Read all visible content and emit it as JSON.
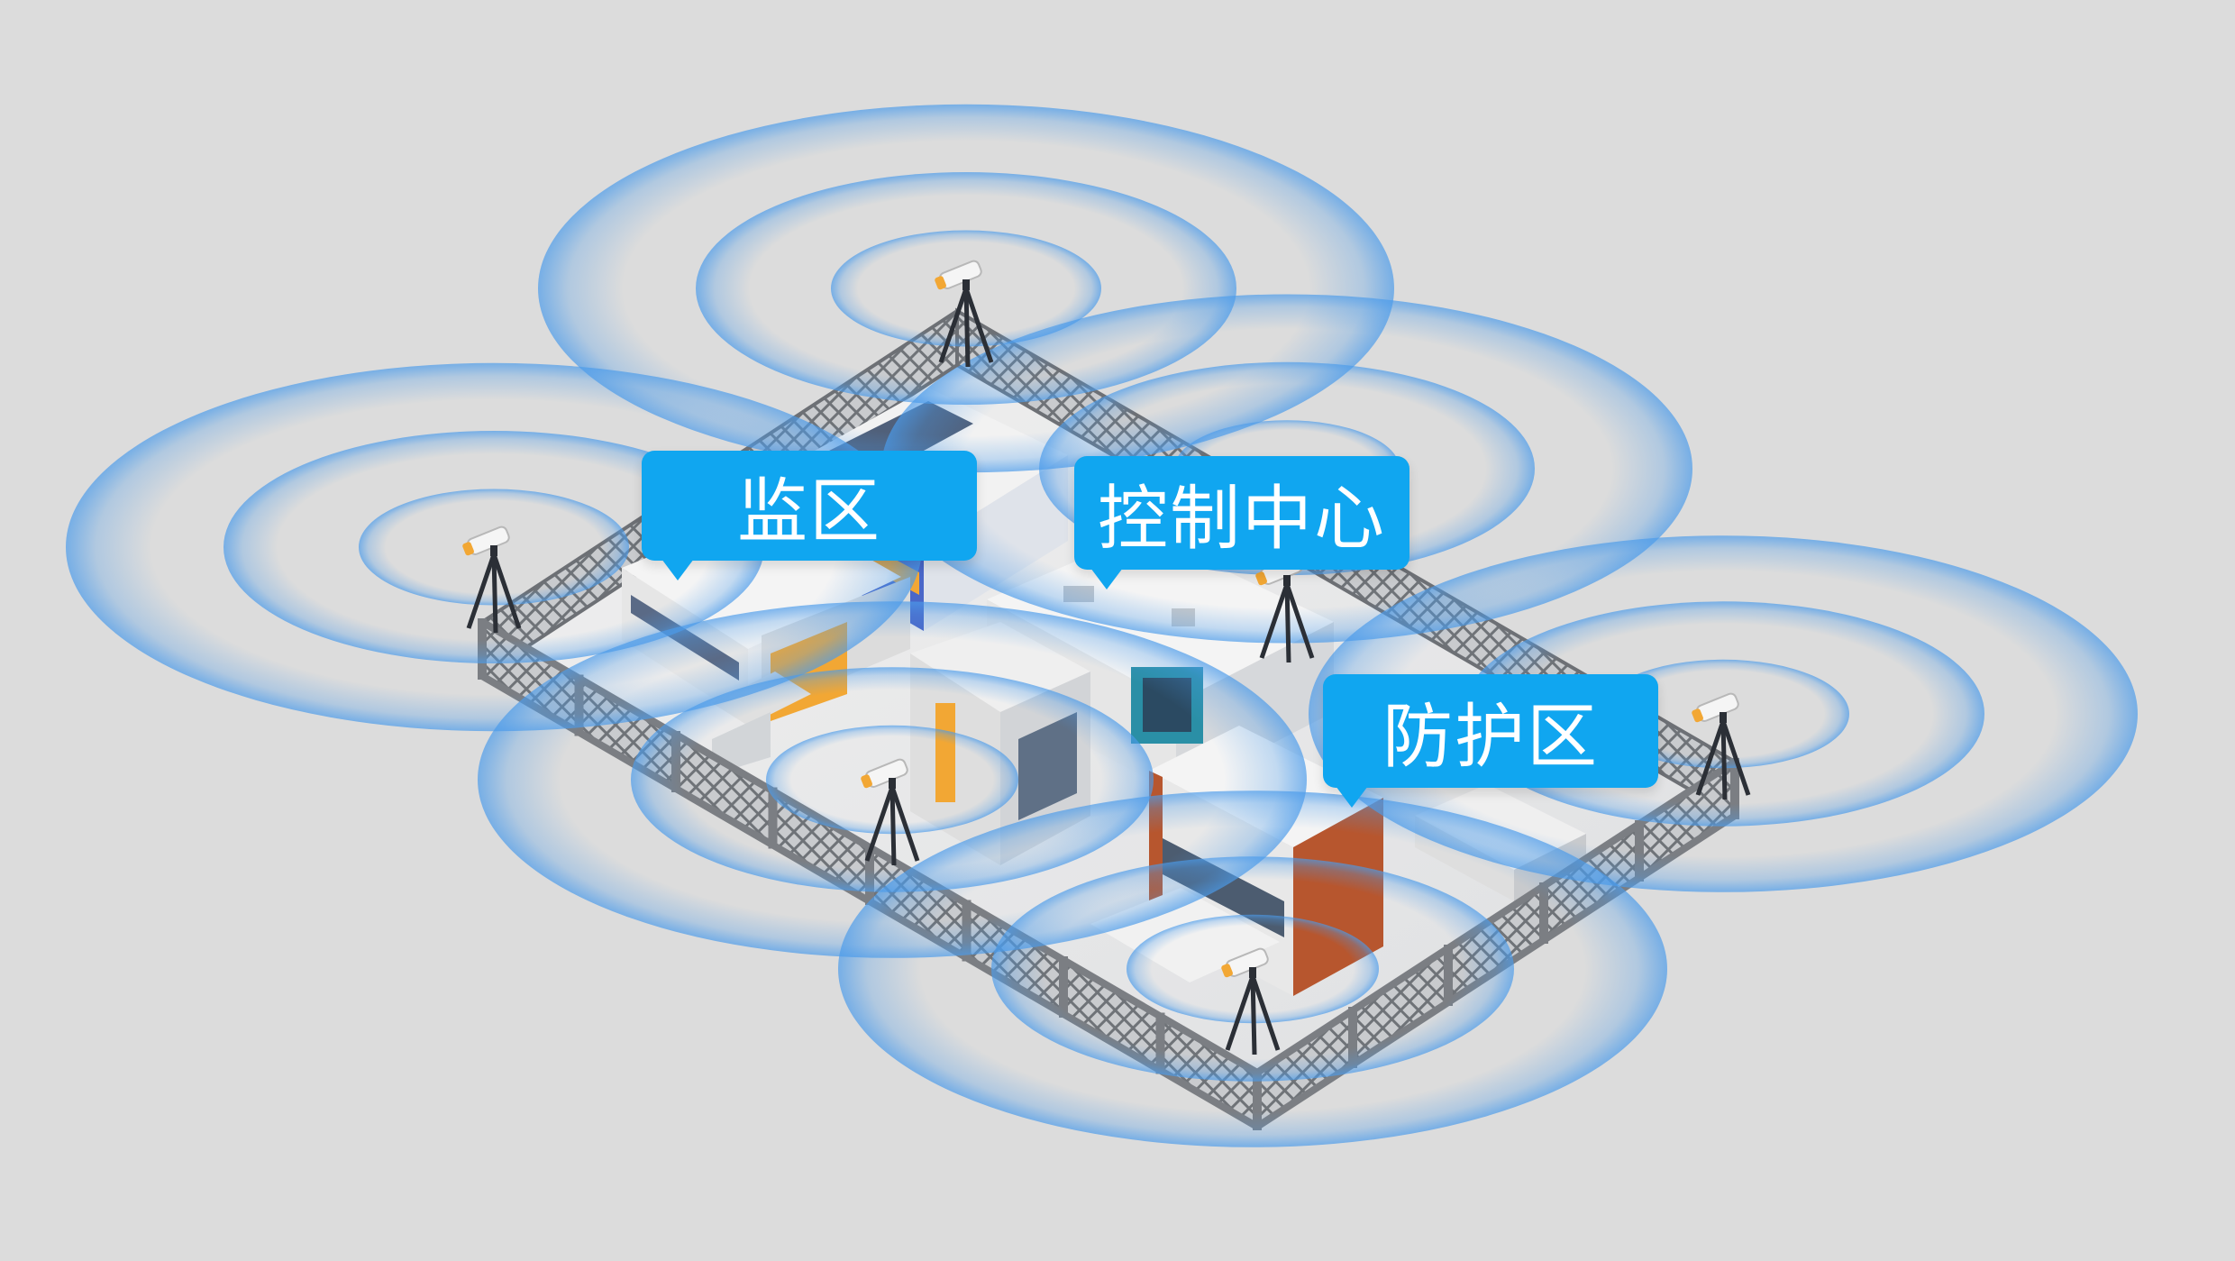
{
  "labels": {
    "monitor_zone": "监区",
    "control_center": "控制中心",
    "protection_zone": "防护区"
  },
  "colors": {
    "background": "#dcdcdc",
    "callout": "#10a6f0",
    "wave": "#4b9bea",
    "fence": "#8a8d92",
    "ground": "#e9e9ea"
  },
  "icons": {
    "sensor": "camera-tripod-icon",
    "fence": "mesh-fence"
  }
}
